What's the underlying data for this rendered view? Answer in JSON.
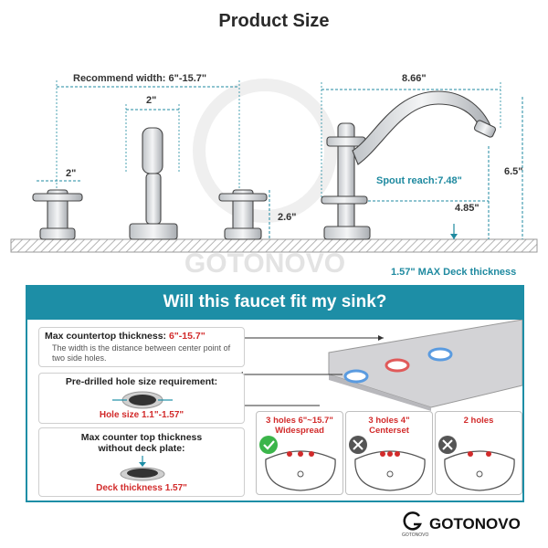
{
  "title": "Product Size",
  "watermark": "GOTONOVO",
  "dimensions": {
    "recommend_width": "Recommend width: 6\"-15.7\"",
    "spout_width": "2\"",
    "handle_width": "2\"",
    "total_width": "8.66\"",
    "handle_height": "2.6\"",
    "spout_reach": "Spout reach:7.48\"",
    "spout_height": "4.85\"",
    "total_height": "6.5\"",
    "deck_thickness": "1.57\" MAX Deck thickness"
  },
  "banner": "Will this faucet fit my sink?",
  "cards": {
    "countertop": {
      "label": "Max countertop thickness: ",
      "value": "6\"-15.7\"",
      "description": "The width is the distance between center point of two side holes."
    },
    "hole": {
      "label": "Pre-drilled hole size requirement:",
      "value": "Hole size 1.1\"-1.57\""
    },
    "deck": {
      "label": "Max counter top thickness without deck plate:",
      "value": "Deck thickness 1.57\""
    }
  },
  "sinks": [
    {
      "line1": "3 holes 6\"~15.7\"",
      "line2": "Widespread",
      "fits": true
    },
    {
      "line1": "3 holes 4\"",
      "line2": "Centerset",
      "fits": false
    },
    {
      "line1": "2 holes",
      "line2": "",
      "fits": false
    }
  ],
  "brand": {
    "name": "GOTONOVO",
    "sub": "GOTONOVO"
  },
  "colors": {
    "teal": "#1d8ea6",
    "red": "#d22b2b",
    "green": "#3bb54a",
    "gray_x": "#555555"
  }
}
